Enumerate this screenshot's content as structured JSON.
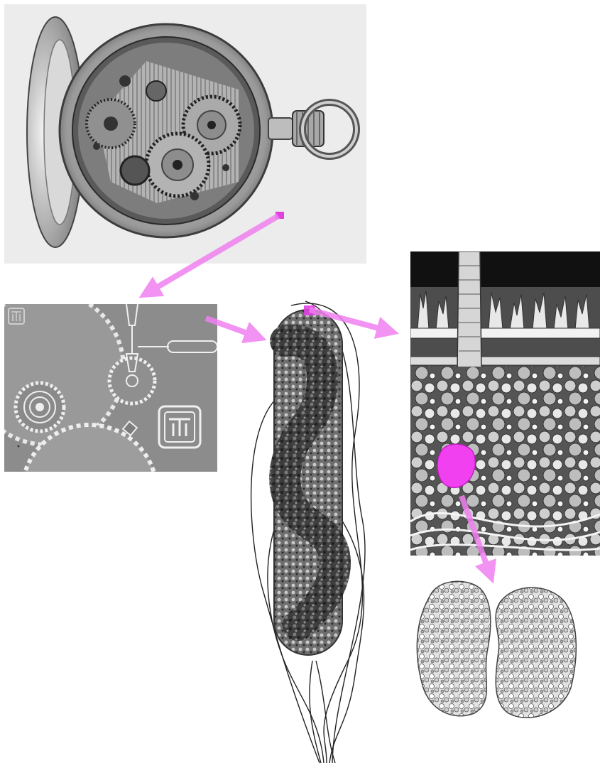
{
  "figure": {
    "panels": [
      {
        "id": "watch",
        "depicts": "pocket-watch"
      },
      {
        "id": "mems",
        "depicts": "micro-gears"
      },
      {
        "id": "bacterium",
        "depicts": "bacterium-with-flagella"
      },
      {
        "id": "cell-interior",
        "depicts": "membrane-and-cytoplasm"
      },
      {
        "id": "ribosome",
        "depicts": "ribosome"
      }
    ],
    "colors": {
      "highlight": "#f040f0",
      "arrow": "#f080f0",
      "dark_panel": "#111111",
      "mems_bg": "#8c8c8c"
    },
    "icons": [
      "sandia-logo-icon"
    ]
  }
}
